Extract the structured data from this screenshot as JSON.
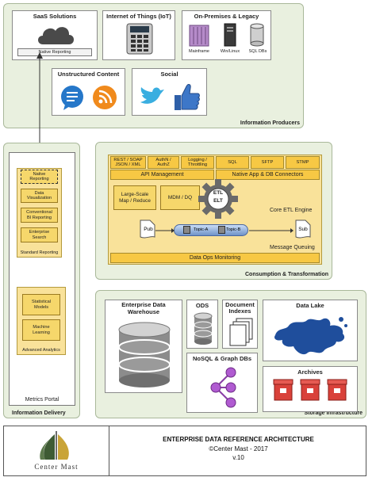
{
  "producers": {
    "saas": {
      "title": "SaaS Solutions",
      "sub": "Native Reporting"
    },
    "iot": {
      "title": "Internet of Things (IoT)"
    },
    "onprem": {
      "title": "On-Premises & Legacy",
      "items": [
        "Mainframe",
        "Win/Linux",
        "SQL DBs"
      ]
    },
    "unstructured": {
      "title": "Unstructured Content"
    },
    "social": {
      "title": "Social"
    },
    "label": "Information Producers"
  },
  "consumption": {
    "headers": [
      "REST / SOAP\nJSON / XML",
      "AuthN /\nAuthZ",
      "Logging /\nThrottling",
      "SQL",
      "SFTP",
      "STMP"
    ],
    "api_management": "API Management",
    "native_app": "Native App & DB Connectors",
    "large_scale": "Large-Scale\nMap / Reduce",
    "mdm": "MDM / DQ",
    "etl": "ETL",
    "elt": "ELT",
    "core_etl": "Core ETL Engine",
    "pub": "Pub",
    "topic_a": "Topic-A",
    "topic_b": "Topic-B",
    "sub": "Sub",
    "message_queuing": "Message Queuing",
    "data_ops": "Data Ops Monitoring",
    "label": "Consumption & Transformation"
  },
  "delivery": {
    "standard_items": [
      "Native\nReporting",
      "Data\nVisualization",
      "Conventional\nBI Reporting",
      "Enterprise\nSearch"
    ],
    "standard_label": "Standard Reporting",
    "advanced_items": [
      "Statistical\nModels",
      "Machine\nLearning"
    ],
    "advanced_label": "Advanced Analytics",
    "portal": "Metrics Portal",
    "label": "Information Delivery"
  },
  "storage": {
    "edw": "Enterprise Data\nWarehouse",
    "ods": "ODS",
    "doc_indexes": "Document\nIndexes",
    "data_lake": "Data Lake",
    "nosql": "NoSQL & Graph DBs",
    "archives": "Archives",
    "label": "Storage Infrastructure"
  },
  "footer": {
    "logo": "Center Mast",
    "title": "ENTERPRISE DATA REFERENCE ARCHITECTURE",
    "copyright": "©Center Mast - 2017",
    "version": "v.10"
  },
  "colors": {
    "panel": "#e9f0df",
    "yellow_band": "#f7c844",
    "yellow_box": "#f6d76b",
    "gear": "#666666"
  }
}
